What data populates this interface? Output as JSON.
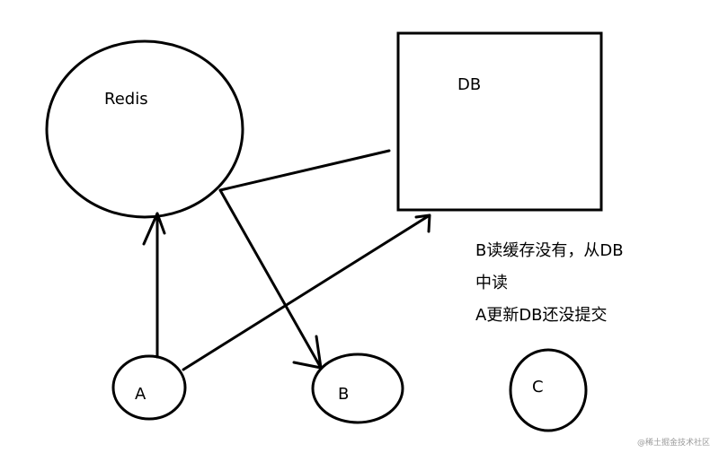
{
  "diagram": {
    "nodes": {
      "redis": {
        "label": "Redis",
        "shape": "ellipse"
      },
      "db": {
        "label": "DB",
        "shape": "rectangle"
      },
      "a": {
        "label": "A",
        "shape": "ellipse"
      },
      "b": {
        "label": "B",
        "shape": "ellipse"
      },
      "c": {
        "label": "C",
        "shape": "ellipse"
      }
    },
    "edges": [
      {
        "from": "A",
        "to": "Redis",
        "arrow": true
      },
      {
        "from": "A",
        "to": "DB",
        "arrow": true
      },
      {
        "from": "DB",
        "to": "B",
        "arrow": true,
        "via": "Redis"
      }
    ],
    "note": {
      "lines": [
        "B读缓存没有，从DB",
        "中读",
        "A更新DB还没提交"
      ]
    },
    "stroke_color": "#000000",
    "background_color": "#ffffff"
  },
  "watermark": "@稀土掘金技术社区"
}
